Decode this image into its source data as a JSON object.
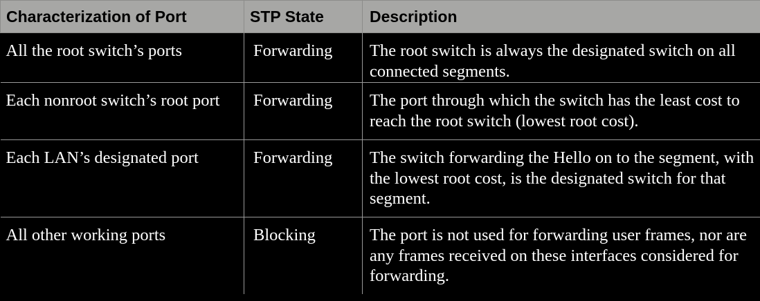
{
  "table": {
    "headers": [
      "Characterization of Port",
      "STP State",
      "Description"
    ],
    "rows": [
      {
        "port": "All the root switch’s ports",
        "state": "Forwarding",
        "description": "The root switch is always the designated switch on all connected segments."
      },
      {
        "port": "Each nonroot switch’s root port",
        "state": "Forwarding",
        "description": "The port through which the switch has the least cost to reach the root switch (lowest root cost)."
      },
      {
        "port": "Each LAN’s designated port",
        "state": "Forwarding",
        "description": "The switch forwarding the Hello on to the segment, with the lowest root cost, is the designated switch for that segment."
      },
      {
        "port": "All other working ports",
        "state": "Blocking",
        "description": "The port is not used for forwarding user frames, nor are any frames received on these interfaces considered for forwarding."
      }
    ]
  }
}
